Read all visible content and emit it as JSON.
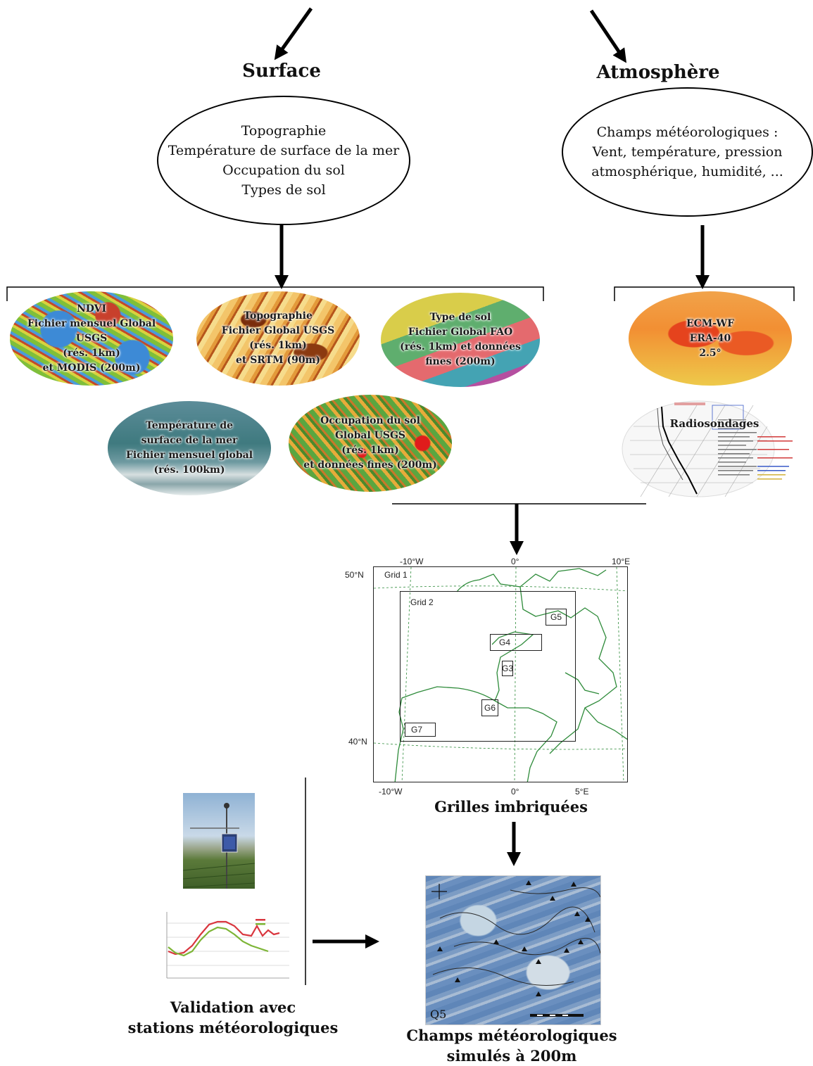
{
  "surface": {
    "title": "Surface",
    "items": [
      "Topographie",
      "Température de surface de la mer",
      "Occupation du sol",
      "Types de sol"
    ]
  },
  "atmosphere": {
    "title": "Atmosphère",
    "items": [
      "Champs météorologiques :",
      "Vent, température, pression",
      "atmosphérique, humidité, ..."
    ]
  },
  "datasets": {
    "ndvi": [
      "NDVI",
      "Fichier mensuel Global",
      "USGS",
      "(rés. 1km)",
      "et MODIS (200m)"
    ],
    "topo": [
      "Topographie",
      "Fichier Global USGS",
      "(rés. 1km)",
      "et SRTM (90m)"
    ],
    "soil": [
      "Type de sol",
      "Fichier Global FAO",
      "(rés. 1km) et données",
      "fines (200m)"
    ],
    "sst": [
      "Température de",
      "surface de la mer",
      "Fichier mensuel global",
      "(rés. 100km)"
    ],
    "landuse": [
      "Occupation du sol",
      "Global USGS",
      "(rés. 1km)",
      "et données fines (200m)"
    ],
    "ecmwf": [
      "ECM-WF",
      "ERA-40",
      "2.5°"
    ],
    "radio": "Radiosondages"
  },
  "map": {
    "top_ticks": [
      "-10°W",
      "0°",
      "10°E"
    ],
    "bottom_ticks": [
      "-10°W",
      "0°",
      "5°E"
    ],
    "left_ticks": [
      "50°N",
      "40°N"
    ],
    "grids": [
      "Grid 1",
      "Grid 2",
      "G3",
      "G4",
      "G5",
      "G6",
      "G7"
    ],
    "caption": "Grilles imbriquées"
  },
  "validation": {
    "caption": [
      "Validation avec",
      "stations météorologiques"
    ]
  },
  "output": {
    "caption": [
      "Champs météorologiques",
      "simulés à 200m"
    ],
    "panel_label": "Q5"
  },
  "colors": {
    "arrow": "#000000",
    "map_coast": "#2e8b3a",
    "map_frame": "#222222",
    "series_red": "#d9363e",
    "series_green": "#7db536"
  }
}
